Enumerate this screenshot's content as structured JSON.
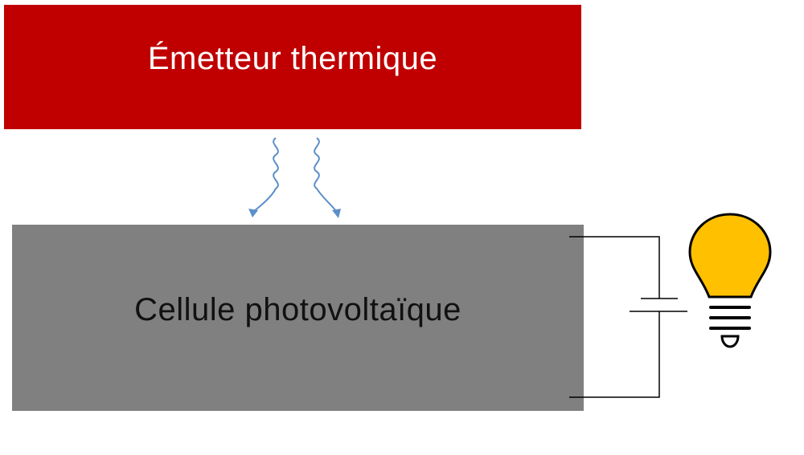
{
  "emitter": {
    "label": "Émetteur thermique",
    "color": "#C00000"
  },
  "cell": {
    "label": "Cellule photovoltaïque",
    "color": "#808080"
  },
  "radiation": {
    "color": "#5B8FC9",
    "count": 2
  },
  "circuit": {
    "wire_color": "#000000"
  },
  "bulb": {
    "icon": "light-bulb-icon",
    "fill": "#FFC000",
    "stroke": "#000000"
  }
}
